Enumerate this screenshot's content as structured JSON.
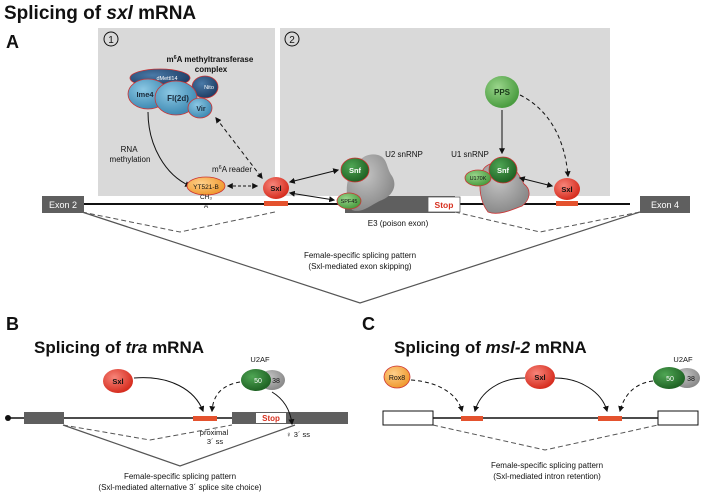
{
  "figure_title": {
    "main": "Splicing of ",
    "italic": "sxl",
    "rest": " mRNA"
  },
  "panel_a": {
    "letter": "A",
    "box1_number": "1",
    "box2_number": "2",
    "mtase_complex": "m⁶A methyltransferase\ncomplex",
    "mettl14": "dMettl14",
    "nito": "Nito",
    "ime4": "Ime4",
    "fl2d": "Fl(2d)",
    "vir": "Vir",
    "rna_methylation": "RNA\nmethylation",
    "reader": "m⁶A reader",
    "ythdc": "YT521-B",
    "ch3": "CH₃",
    "a_base": "A",
    "sxl": "Sxl",
    "u2_snrnp": "U2 snRNP",
    "snf": "Snf",
    "spf45": "SPF45",
    "pps": "PPS",
    "u1_snrnp": "U1 snRNP",
    "u170k": "U170K",
    "exon2": "Exon 2",
    "exon4": "Exon 4",
    "stop": "Stop",
    "e3": "E3 (poison exon)",
    "pattern_line1": "Female-specific splicing pattern",
    "pattern_line2": "(Sxl-mediated exon skipping)"
  },
  "panel_b": {
    "letter": "B",
    "title_main": "Splicing of ",
    "title_italic": "tra",
    "title_rest": " mRNA",
    "u2af": "U2AF",
    "u2af50": "50",
    "u2af38": "38",
    "sxl": "Sxl",
    "stop": "Stop",
    "proximal": "proximal\n3´ ss",
    "female_ss": "♀ 3´ ss",
    "pattern_line1": "Female-specific splicing pattern",
    "pattern_line2": "(Sxl-mediated alternative 3´ splice site choice)"
  },
  "panel_c": {
    "letter": "C",
    "title_main": "Splicing of ",
    "title_italic": "msl-2",
    "title_rest": " mRNA",
    "rox8": "Rox8",
    "sxl": "Sxl",
    "u2af": "U2AF",
    "u2af50": "50",
    "u2af38": "38",
    "pattern_line1": "Female-specific splicing pattern",
    "pattern_line2": "(Sxl-mediated intron retention)"
  },
  "colors": {
    "background_box": "#d9d9d9",
    "exon_dark": "#5f5f5f",
    "sxl_red": "#e23a2c",
    "site_red": "#e4522e",
    "snf_green": "#2f7d32",
    "pps_green": "#5bae4f",
    "ythdc_orange": "#f2a640",
    "complex_blue": "#4f9ec4",
    "gray_protein": "#9e9e9e"
  }
}
